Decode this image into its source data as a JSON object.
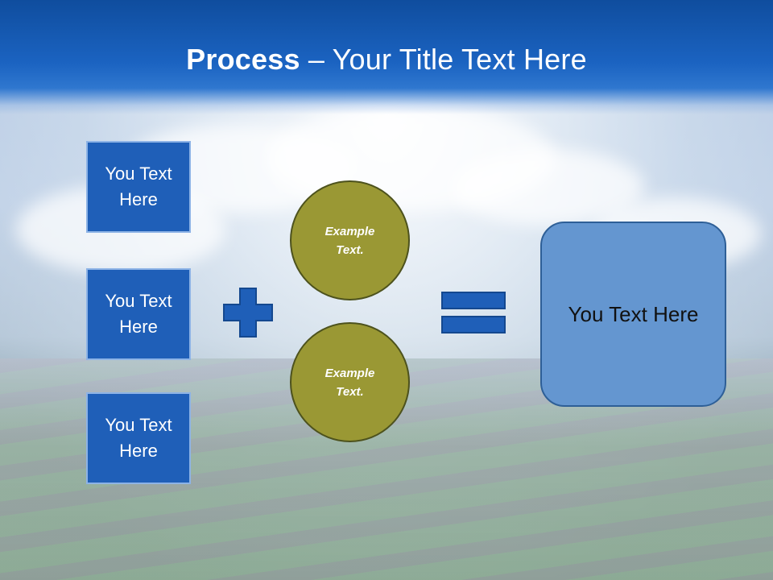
{
  "slide": {
    "title_bold": "Process",
    "title_rest": " – Your Title Text Here"
  },
  "left_boxes": [
    {
      "label": "You Text Here"
    },
    {
      "label": "You Text Here"
    },
    {
      "label": "You Text Here"
    }
  ],
  "operators": {
    "plus_icon": "plus-icon",
    "equal_icon": "equals-icon"
  },
  "circles": [
    {
      "label": "Example Text."
    },
    {
      "label": "Example Text."
    }
  ],
  "result": {
    "label": "You Text Here"
  },
  "colors": {
    "title_band": "#1b63c1",
    "box_blue": "#1f5fb8",
    "circle_olive": "#9a9834",
    "result_blue": "#6496d0"
  }
}
